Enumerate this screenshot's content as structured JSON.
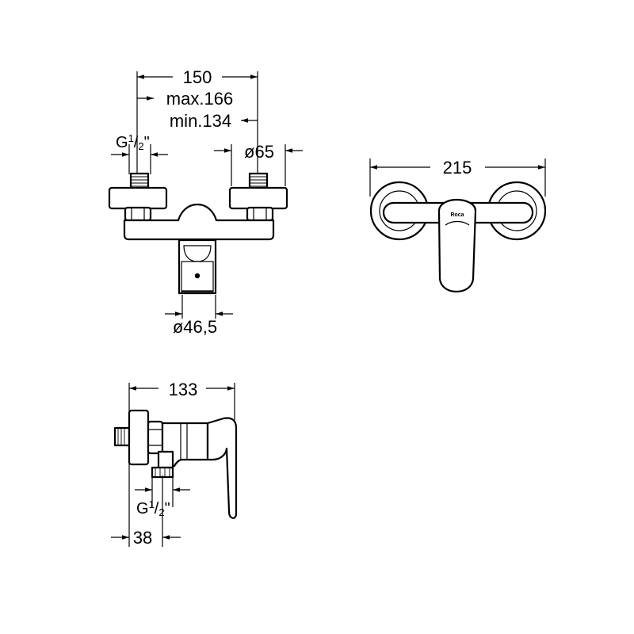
{
  "front_view": {
    "dim_width": "150",
    "dim_max": "max.166",
    "dim_min": "min.134",
    "dim_diameter_connector": "ø65",
    "dim_diameter_body": "ø46,5",
    "thread": {
      "base": "G",
      "num": "1",
      "den": "2",
      "tail": "\""
    }
  },
  "top_view": {
    "dim_width": "215",
    "brand_logo": "Roca"
  },
  "side_view": {
    "dim_depth": "133",
    "dim_offset": "38",
    "thread": {
      "base": "G",
      "num": "1",
      "den": "2",
      "tail": "\""
    }
  }
}
